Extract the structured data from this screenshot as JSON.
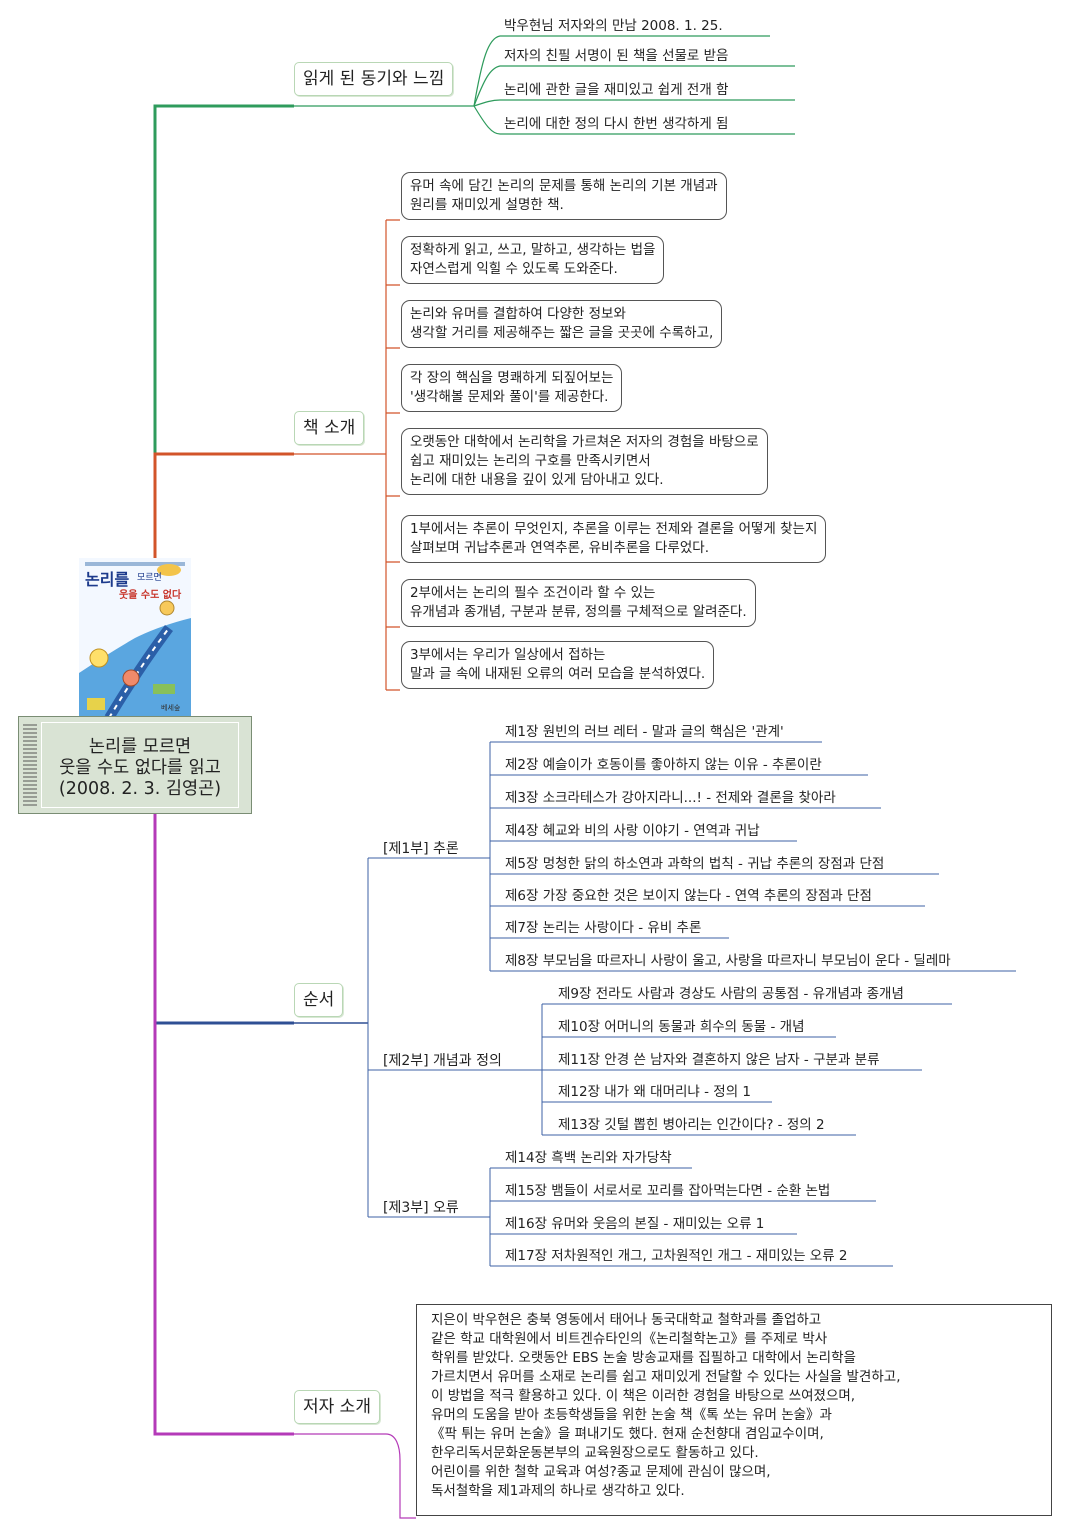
{
  "center": {
    "title": "논리를 모르면\n웃을 수도 없다를 읽고\n(2008. 2. 3. 김영곤)"
  },
  "book_cover": {
    "title_line1": "논리를",
    "title_line2": "모르면",
    "title_line3": "웃을 수도 없다",
    "publisher": "베세숲"
  },
  "motivation": {
    "label": "읽게 된 동기와 느낌",
    "items": [
      "박우현님 저자와의 만남 2008. 1. 25.",
      "저자의 친필 서명이 된 책을 선물로 받음",
      "논리에 관한 글을 재미있고 쉽게 전개 함",
      "논리에 대한 정의 다시 한번 생각하게 됨"
    ]
  },
  "intro": {
    "label": "책 소개",
    "items": [
      "유머 속에 담긴 논리의 문제를 통해 논리의 기본 개념과\n원리를 재미있게 설명한 책.",
      "정확하게 읽고, 쓰고, 말하고, 생각하는 법을\n자연스럽게 익힐 수 있도록 도와준다.",
      "논리와 유머를 결합하여 다양한 정보와\n생각할 거리를 제공해주는 짧은 글을 곳곳에 수록하고,",
      "각 장의 핵심을 명쾌하게 되짚어보는\n'생각해볼 문제와 풀이'를 제공한다.",
      "오랫동안 대학에서 논리학을 가르쳐온 저자의 경험을 바탕으로\n쉽고 재미있는 논리의 구호를 만족시키면서\n논리에 대한 내용을 깊이 있게 담아내고 있다.",
      "1부에서는 추론이 무엇인지, 추론을 이루는 전제와 결론을 어떻게 찾는지\n살펴보며 귀납추론과 연역추론, 유비추론을 다루었다.",
      "2부에서는 논리의 필수 조건이라 할 수 있는\n유개념과 종개념, 구분과 분류, 정의를 구체적으로 알려준다.",
      "3부에서는 우리가 일상에서 접하는\n말과 글 속에 내재된 오류의 여러 모습을 분석하였다."
    ]
  },
  "order": {
    "label": "순서",
    "parts": [
      {
        "label": "[제1부] 추론",
        "chapters": [
          "제1장 원빈의 러브 레터 - 말과 글의 핵심은 '관계'",
          "제2장 예슬이가 호동이를 좋아하지 않는 이유 - 추론이란",
          "제3장 소크라테스가 강아지라니...! - 전제와 결론을 찾아라",
          "제4장 혜교와 비의 사랑 이야기 - 연역과 귀납",
          "제5장 멍청한 닭의 하소연과 과학의 법칙 - 귀납 추론의 장점과 단점",
          "제6장 가장 중요한 것은 보이지 않는다 - 연역 추론의 장점과 단점",
          "제7장 논리는 사랑이다 - 유비 추론",
          "제8장 부모님을 따르자니 사랑이 울고, 사랑을 따르자니 부모님이 운다 - 딜레마"
        ]
      },
      {
        "label": "[제2부] 개념과 정의",
        "chapters": [
          "제9장 전라도 사람과 경상도 사람의 공통점 - 유개념과 종개념",
          "제10장 어머니의 동물과 희수의 동물 - 개념",
          "제11장 안경 쓴 남자와 결혼하지 않은 남자 - 구분과 분류",
          "제12장 내가 왜 대머리냐 - 정의 1",
          "제13장 깃털 뽑힌 병아리는 인간이다? - 정의 2"
        ]
      },
      {
        "label": "[제3부] 오류",
        "chapters": [
          "제14장 흑백 논리와 자가당착",
          "제15장 뱀들이 서로서로 꼬리를 잡아먹는다면 - 순환 논법",
          "제16장 유머와 웃음의 본질 - 재미있는 오류 1",
          "제17장 저차원적인 개그, 고차원적인 개그 - 재미있는 오류 2"
        ]
      }
    ]
  },
  "author": {
    "label": "저자 소개",
    "text": "지은이 박우현은 충북 영동에서 태어나 동국대학교 철학과를 졸업하고\n같은 학교 대학원에서 비트겐슈타인의《논리철학논고》를 주제로 박사\n학위를 받았다. 오랫동안 EBS 논술 방송교재를 집필하고 대학에서 논리학을\n가르치면서 유머를 소재로 논리를 쉽고 재미있게 전달할 수 있다는 사실을 발견하고,\n이 방법을 적극 활용하고 있다. 이 책은 이러한 경험을 바탕으로 쓰여졌으며,\n유머의 도움을 받아 초등학생들을 위한 논술 책《톡 쏘는 유머 논술》과\n《팍 튀는 유머 논술》을 펴내기도 했다. 현재 순천향대 겸임교수이며,\n한우리독서문화운동본부의 교육원장으로도 활동하고 있다.\n어린이를 위한 철학 교육과 여성?종교 문제에 관심이 많으며,\n독서철학을 제1과제의 하나로 생각하고 있다."
  },
  "colors": {
    "motivation": "#2e9b5c",
    "intro": "#d2542a",
    "order": "#2f4f94",
    "author": "#b43ab8",
    "parts": "#3d62a6"
  }
}
